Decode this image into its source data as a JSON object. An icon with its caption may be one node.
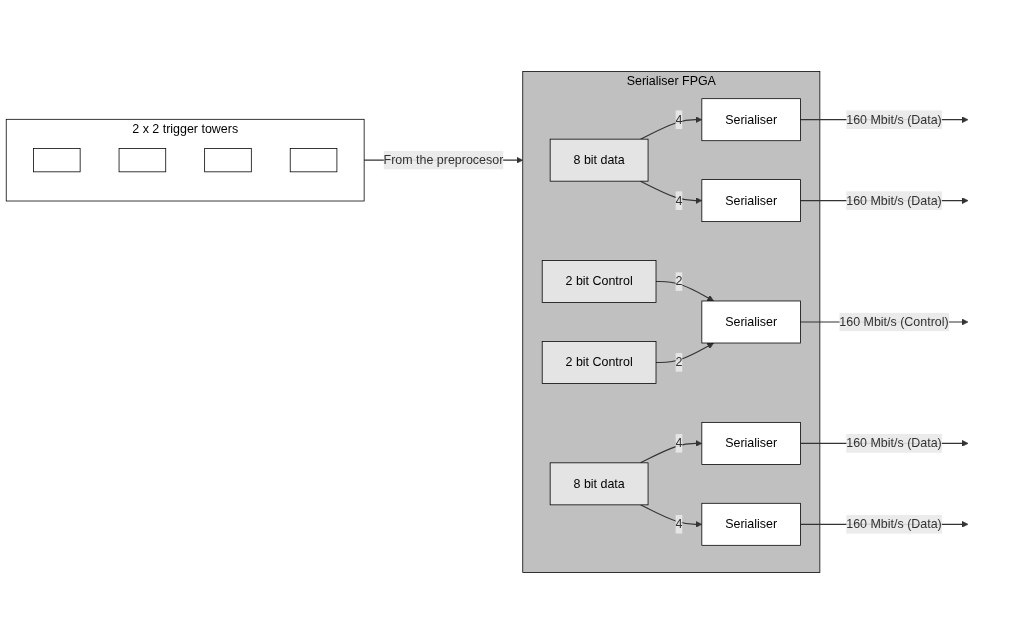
{
  "diagram": {
    "nodes": [
      {
        "text": [
          "2 x 2 trigger towers"
        ]
      },
      {
        "text": [],
        "shape": "box",
        "in": 0
      },
      {
        "text": [],
        "shape": "box",
        "in": 0
      },
      {
        "text": [],
        "shape": "box",
        "in": 0
      },
      {
        "text": [],
        "shape": "box",
        "in": 0
      },
      {
        "text": [
          "Serialiser FPGA"
        ]
      },
      {
        "text": [
          "8 bit data"
        ],
        "in": 5
      },
      {
        "text": [
          "2 bit Control"
        ],
        "in": 5
      },
      {
        "text": [
          "8 bit data"
        ],
        "in": 5
      },
      {
        "text": [
          "2 bit Control"
        ],
        "in": 5
      },
      {
        "text": [
          "Serialiser"
        ],
        "in": 5
      },
      {
        "text": [
          "Serialiser"
        ],
        "in": 5
      },
      {
        "text": [
          "Serialiser"
        ],
        "in": 5
      },
      {
        "text": [
          "Serialiser"
        ],
        "in": 5
      },
      {
        "text": [
          "Serialiser"
        ],
        "in": 5
      }
    ],
    "edges": [
      {
        "from": 0,
        "to": 5,
        "arrow": "to",
        "label": "From the preprocesor"
      },
      {
        "from": 6,
        "to": 10,
        "arrow": "to",
        "label": "4"
      },
      {
        "from": 6,
        "to": 11,
        "arrow": "to",
        "label": "4"
      },
      {
        "from": 8,
        "to": 12,
        "arrow": "to",
        "label": "4"
      },
      {
        "from": 8,
        "to": 13,
        "arrow": "to",
        "label": "4"
      },
      {
        "from": 7,
        "to": 14,
        "arrow": "to",
        "label": "2"
      },
      {
        "from": 9,
        "to": 14,
        "arrow": "to",
        "label": "2"
      },
      {
        "from": 10,
        "to": null,
        "arrow": "to",
        "label": "160 Mbit/s (Data)"
      },
      {
        "from": 11,
        "to": null,
        "arrow": "to",
        "label": "160 Mbit/s (Data)"
      },
      {
        "from": 12,
        "to": null,
        "arrow": "to",
        "label": "160 Mbit/s (Data)"
      },
      {
        "from": 13,
        "to": null,
        "arrow": "to",
        "label": "160 Mbit/s (Data)"
      },
      {
        "from": 14,
        "to": null,
        "arrow": "to",
        "label": "160 Mbit/s (Control)"
      }
    ]
  }
}
